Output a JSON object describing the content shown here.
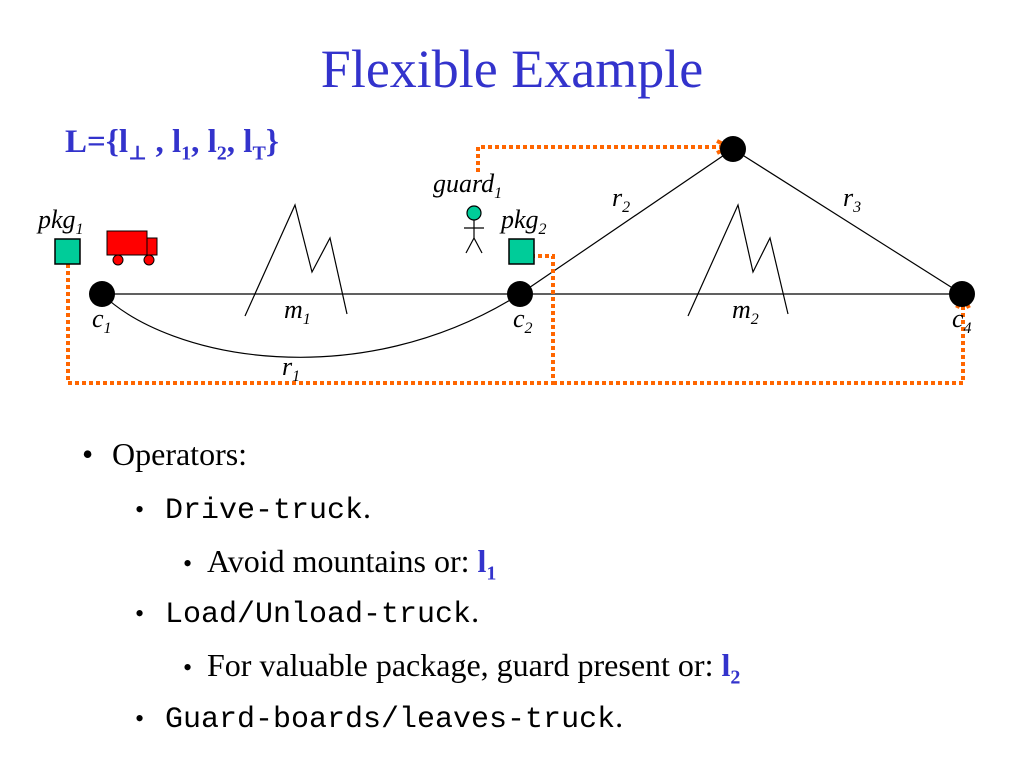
{
  "slide": {
    "title": "Flexible Example",
    "levels": {
      "prefix": "L={l",
      "bottom_sub": "⊥",
      "sep1": " , l",
      "one_sub": "1",
      "sep2": ", l",
      "two_sub": "2",
      "sep3": ", l",
      "top_sub": "T",
      "suffix": "}"
    }
  },
  "diagram": {
    "guard": {
      "base": "guard",
      "sub": "1"
    },
    "pkg1": {
      "base": "pkg",
      "sub": "1"
    },
    "pkg2": {
      "base": "pkg",
      "sub": "2"
    },
    "c1": {
      "base": "c",
      "sub": "1"
    },
    "c2": {
      "base": "c",
      "sub": "2"
    },
    "c4": {
      "base": "c",
      "sub": "4"
    },
    "m1": {
      "base": "m",
      "sub": "1"
    },
    "m2": {
      "base": "m",
      "sub": "2"
    },
    "r1": {
      "base": "r",
      "sub": "1"
    },
    "r2": {
      "base": "r",
      "sub": "2"
    },
    "r3": {
      "base": "r",
      "sub": "3"
    },
    "colors": {
      "truck": "#ff0000",
      "package": "#00cc99",
      "guard": "#00cc99",
      "goal_path": "#ff6600",
      "node": "#000000"
    }
  },
  "bullets": {
    "operators": "Operators:",
    "drive": {
      "code": "Drive-truck",
      "end": "."
    },
    "avoid": {
      "text": "Avoid mountains or: ",
      "hl_base": "l",
      "hl_sub": "1"
    },
    "load": {
      "code": "Load/Unload-truck",
      "end": "."
    },
    "valuable": {
      "text": "For valuable package, guard present or: ",
      "hl_base": "l",
      "hl_sub": "2"
    },
    "guard": {
      "code": "Guard-boards/leaves-truck",
      "end": "."
    },
    "bullet_char": "•"
  }
}
